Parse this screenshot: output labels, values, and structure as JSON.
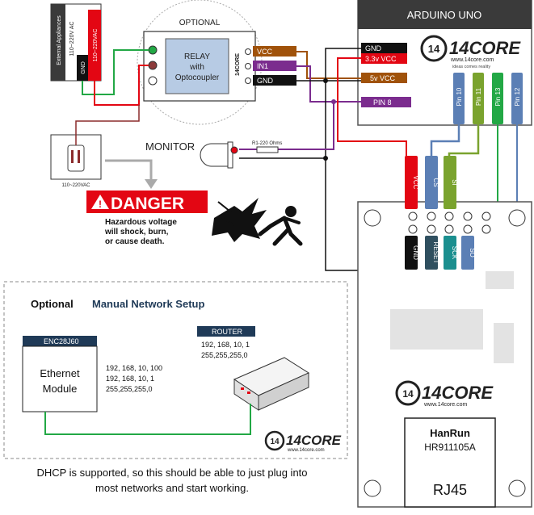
{
  "appliance": {
    "label": "External Appliances",
    "voltage": "110~220V AC",
    "gnd": "GND",
    "live": "110~220VAC"
  },
  "outlet": {
    "label": "110~220VAC"
  },
  "relay": {
    "optional": "OPTIONAL",
    "line1": "RELAY",
    "line2": "with",
    "line3": "Optocoupler",
    "pins": [
      "VCC",
      "IN1",
      "GND"
    ],
    "logo": "14CORE"
  },
  "monitor": {
    "label": "MONITOR",
    "resistor": "R1-220 Ohms"
  },
  "danger": {
    "title": "DANGER",
    "line1": "Hazardous voltage",
    "line2": "will shock, burn,",
    "line3": "or cause death."
  },
  "arduino": {
    "title": "ARDUINO UNO",
    "logo": "14CORE",
    "tagline": "ideas comes reality",
    "url": "www.14core.com",
    "labels": [
      "GND",
      "3.3v VCC",
      "5v VCC",
      "PIN 8"
    ],
    "pins": [
      "Pin 10",
      "Pin 11",
      "Pin 13",
      "Pin 12"
    ]
  },
  "enc_board": {
    "top_pins": [
      "VCC",
      "CS",
      "SI"
    ],
    "bottom_pins": [
      "GND",
      "RESET",
      "SCK",
      "SO"
    ],
    "logo": "14CORE",
    "url": "www.14core.com",
    "jack_brand": "HanRun",
    "jack_model": "HR911105A",
    "jack_type": "RJ45"
  },
  "network": {
    "optional": "Optional",
    "title": "Manual Network Setup",
    "enc_label": "ENC28J60",
    "module_line1": "Ethernet",
    "module_line2": "Module",
    "enc_settings": [
      "192, 168, 10, 100",
      "192, 168, 10, 1",
      "255,255,255,0"
    ],
    "router_label": "ROUTER",
    "router_settings": [
      "192, 168, 10, 1",
      "255,255,255,0"
    ],
    "logo": "14CORE",
    "url": "www.14core.com"
  },
  "footer": {
    "line1": "DHCP is supported, so this should be able to just plug into",
    "line2": "most networks and start working."
  },
  "colors": {
    "red": "#e30613",
    "green": "#22a845",
    "purple": "#7b2c8e",
    "brown": "#a0520a",
    "blue": "#5b7fb5",
    "olive": "#7aa32e",
    "teal": "#1b8f8f",
    "black": "#111111",
    "dark_panel": "#3a3a3a",
    "label_bg": "#1f3a57"
  }
}
